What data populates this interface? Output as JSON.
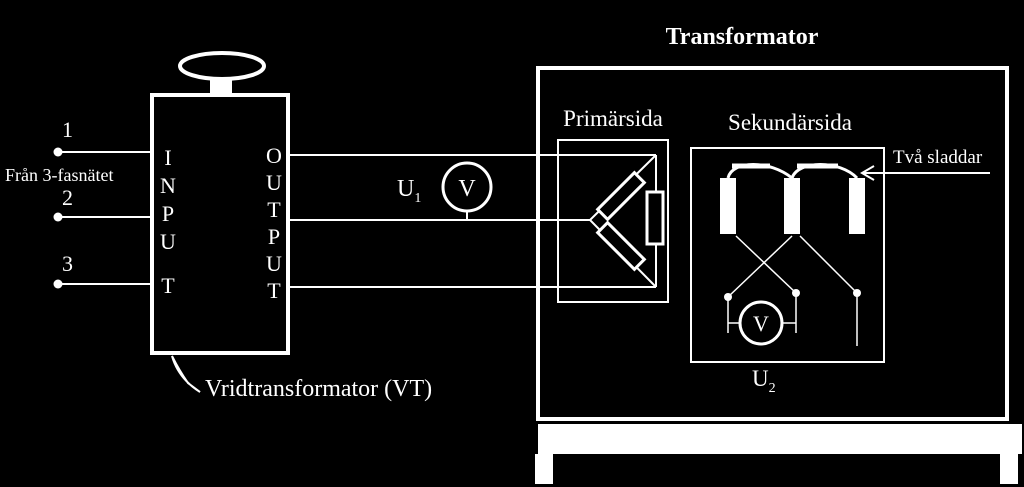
{
  "title": "Transformator",
  "primary_label": "Primärsida",
  "secondary_label": "Sekundärsida",
  "wires_label": "Två sladdar",
  "source_label": "Från 3-fasnätet",
  "vt_label": "Vridtransformator (VT)",
  "input_letters": [
    "I",
    "N",
    "P",
    "U",
    "T"
  ],
  "output_letters": [
    "O",
    "U",
    "T",
    "P",
    "U",
    "T"
  ],
  "terminals": [
    "1",
    "2",
    "3"
  ],
  "voltmeter_symbol": "V",
  "u1_label": {
    "main": "U",
    "sub": "1"
  },
  "u2_label": {
    "main": "U",
    "sub": "2"
  }
}
